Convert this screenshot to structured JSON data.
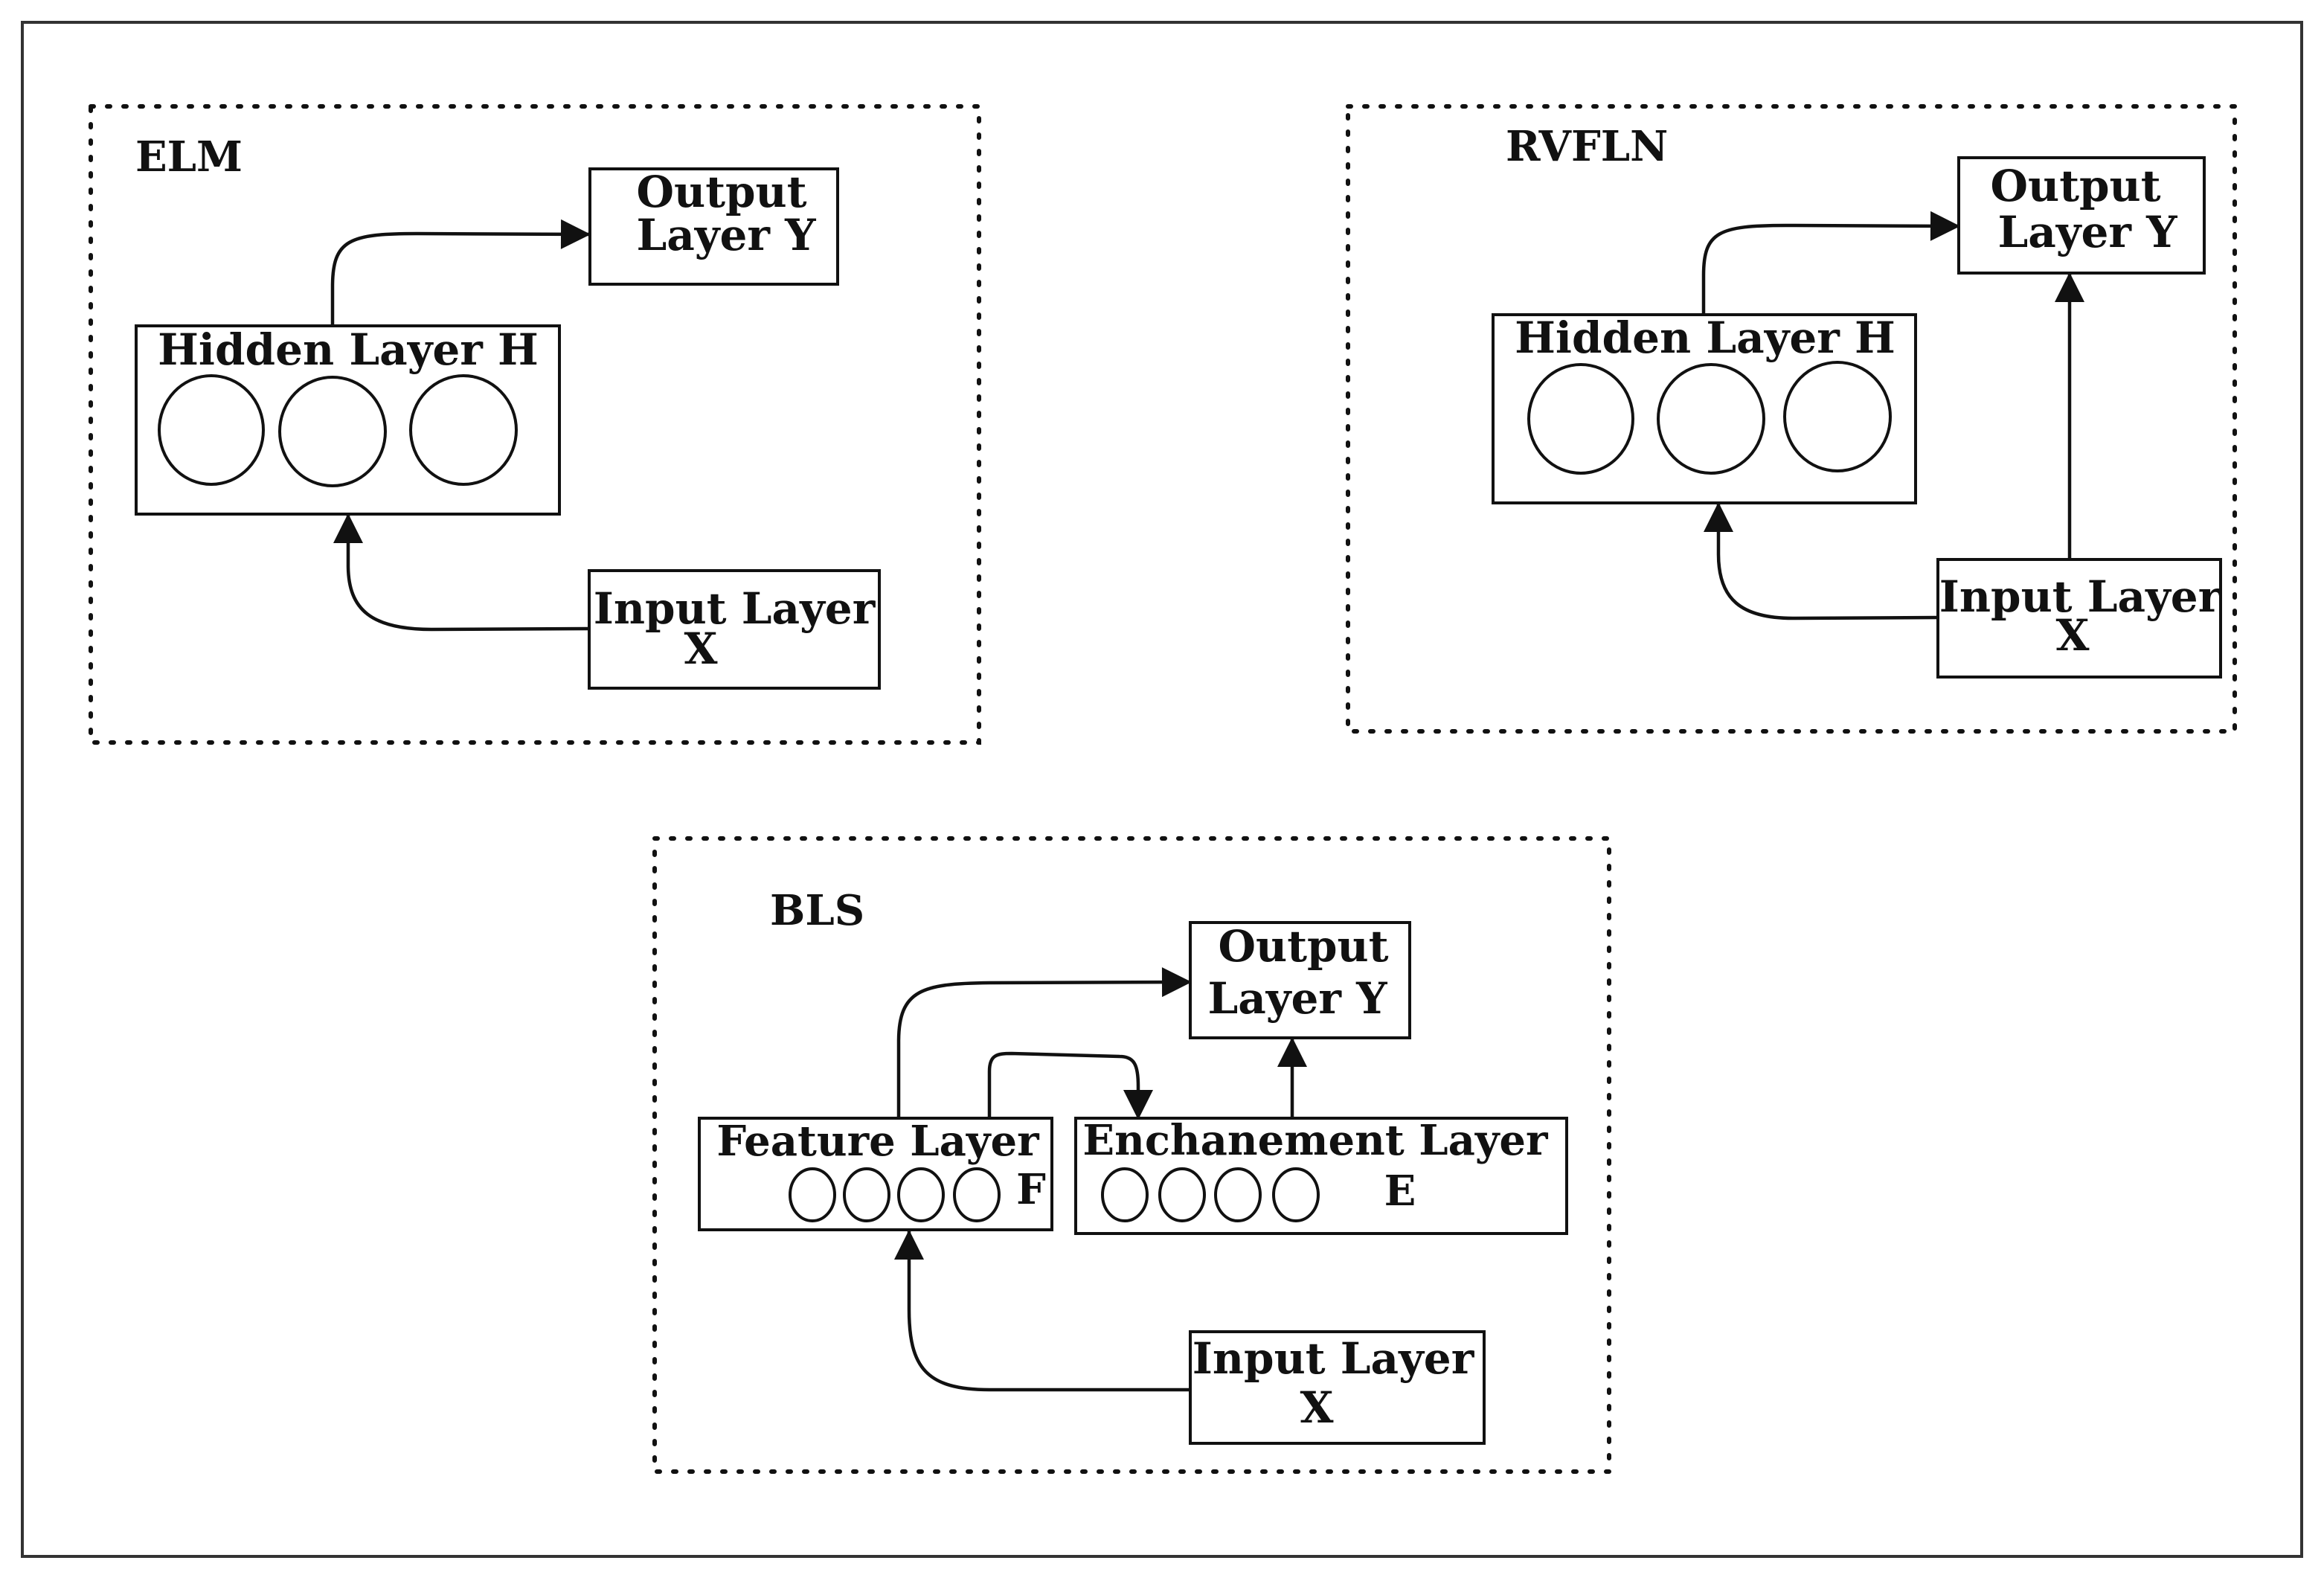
{
  "panels": {
    "elm": {
      "title": "ELM",
      "output": {
        "line1": "Output",
        "line2": "Layer Y"
      },
      "hidden": {
        "label": "Hidden Layer H"
      },
      "input": {
        "line1": "Input Layer",
        "line2": "X"
      }
    },
    "rvfln": {
      "title": "RVFLN",
      "output": {
        "line1": "Output",
        "line2": "Layer Y"
      },
      "hidden": {
        "label": "Hidden Layer H"
      },
      "input": {
        "line1": "Input Layer",
        "line2": "X"
      }
    },
    "bls": {
      "title": "BLS",
      "output": {
        "line1": "Output",
        "line2": "Layer Y"
      },
      "feature": {
        "label": "Feature Layer",
        "symbol": "F"
      },
      "enhancement": {
        "label": "Enchanement Layer",
        "symbol": "E"
      },
      "input": {
        "line1": "Input Layer",
        "line2": "X"
      }
    }
  },
  "colors": {
    "stroke": "#111111",
    "background": "#ffffff"
  }
}
